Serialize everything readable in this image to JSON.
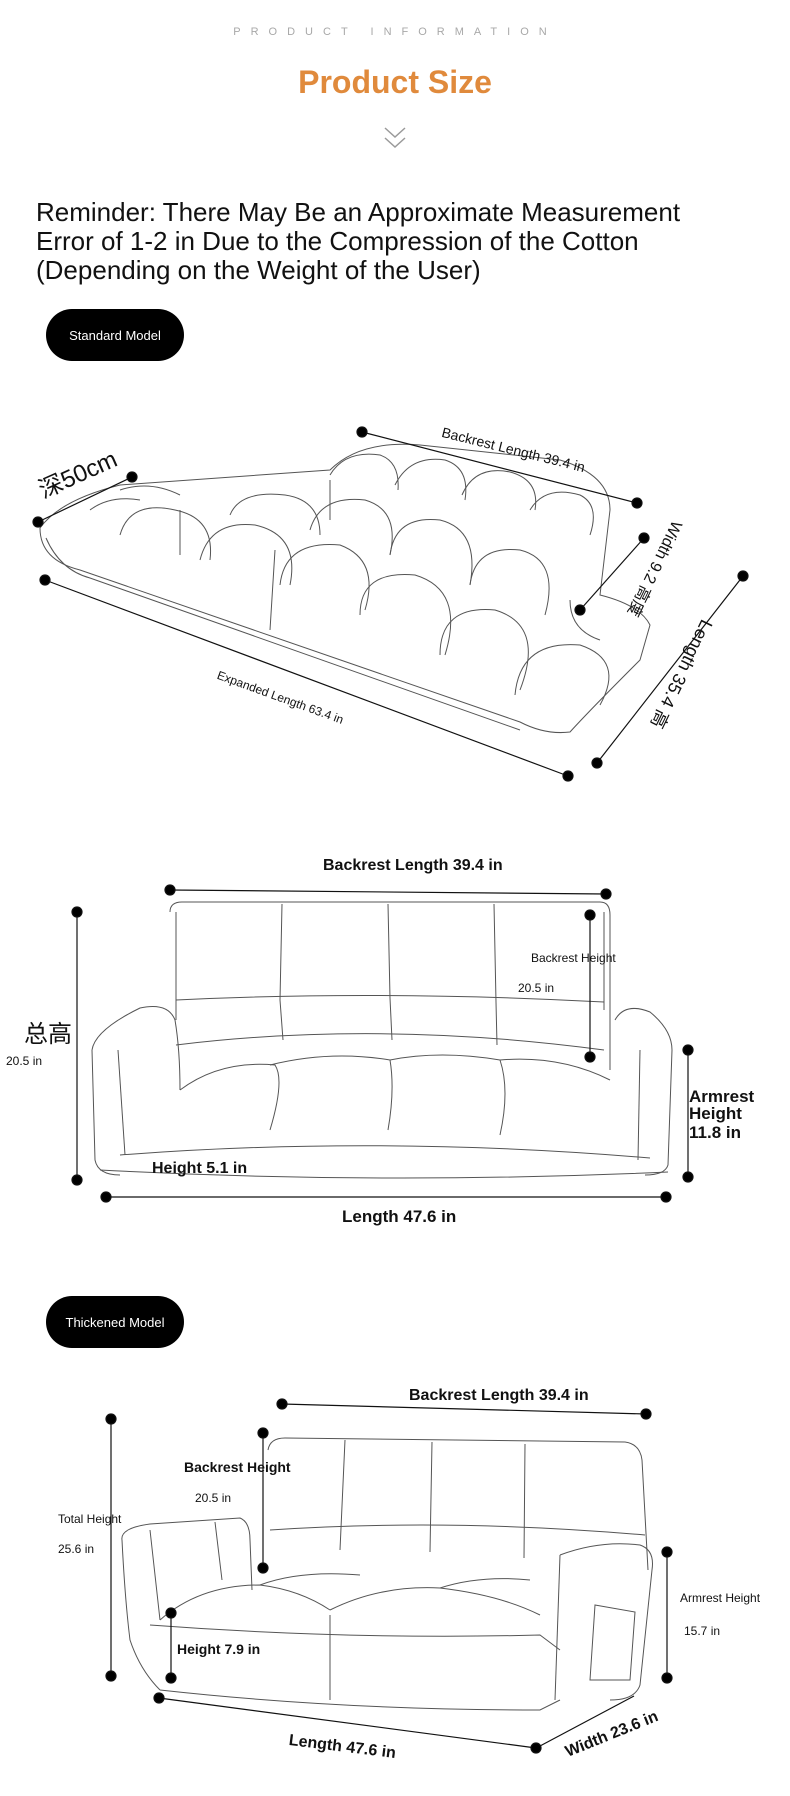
{
  "header": {
    "eyebrow": "PRODUCT INFORMATION",
    "title": "Product Size",
    "chevron_icon": "double-chevron-down-icon"
  },
  "reminder": "Reminder: There May Be an Approximate Measurement Error of 1-2 in Due to the Compression of the Cotton (Depending on the Weight of the User)",
  "colors": {
    "accent": "#e08a3c",
    "pill": "#000000"
  },
  "standard": {
    "pill": "Standard Model",
    "top_view": {
      "depth": "深50cm",
      "backrest_length": "Backrest Length 39.4 in",
      "expanded_length": "Expanded Length 63.4 in",
      "width_height": "Width 9.2 高度",
      "length": "Length 35.4 高"
    },
    "front_view": {
      "backrest_length": "Backrest Length 39.4 in",
      "backrest_height_label": "Backrest Height",
      "backrest_height_value": "20.5 in",
      "total_height_label": "总高",
      "total_height_value": "20.5 in",
      "armrest_height_label": "Armrest Height",
      "armrest_height_value": "11.8 in",
      "seat_height": "Height 5.1 in",
      "length": "Length 47.6 in"
    }
  },
  "thickened": {
    "pill": "Thickened Model",
    "backrest_length": "Backrest Length 39.4 in",
    "backrest_height_label": "Backrest Height",
    "backrest_height_value": "20.5 in",
    "total_height_label": "Total Height",
    "total_height_value": "25.6 in",
    "armrest_height_label": "Armrest Height",
    "armrest_height_value": "15.7 in",
    "seat_height": "Height 7.9 in",
    "length": "Length 47.6 in",
    "width": "Width 23.6 in"
  }
}
